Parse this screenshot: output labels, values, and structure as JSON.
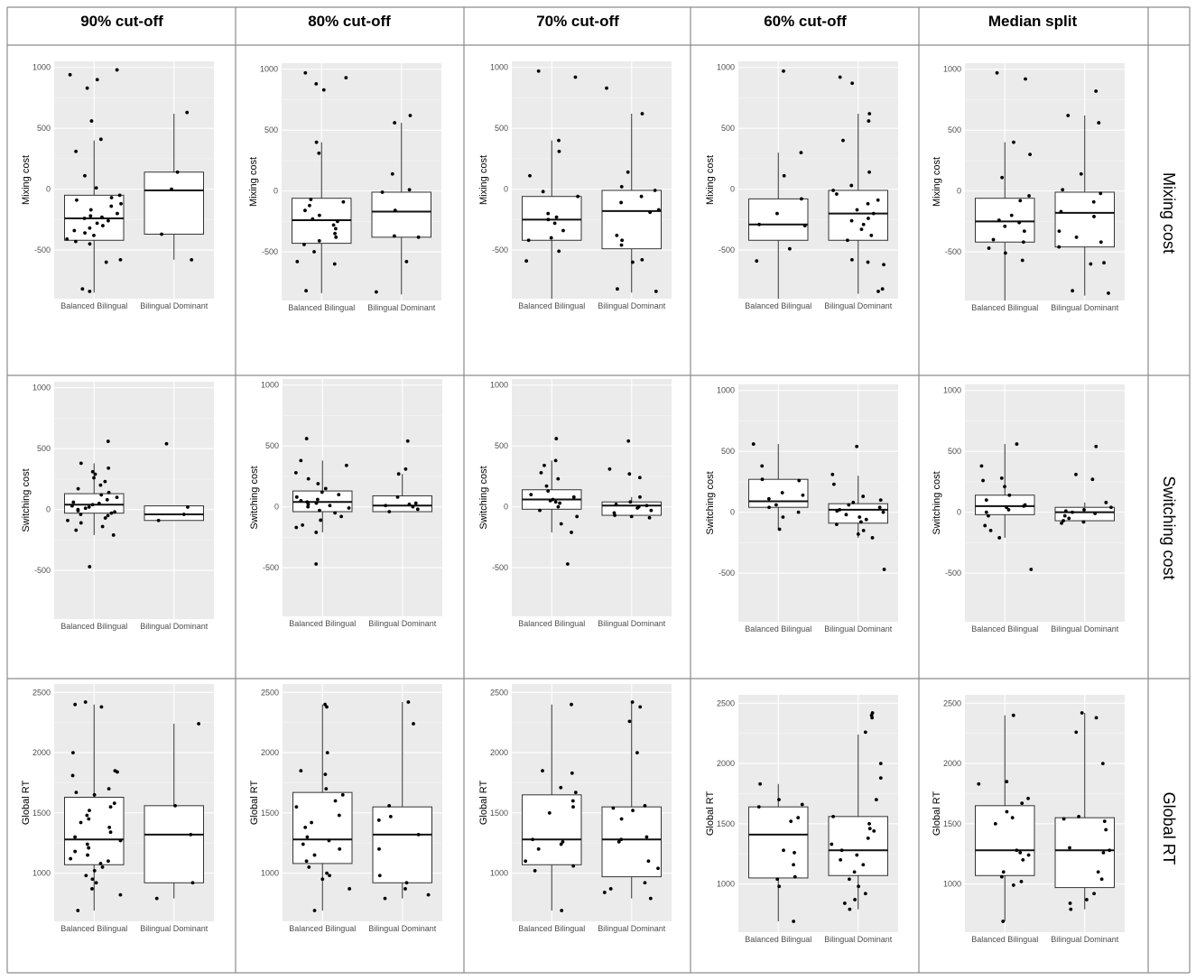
{
  "columns": [
    "90% cut-off",
    "80% cut-off",
    "70% cut-off",
    "60% cut-off",
    "Median split"
  ],
  "rows": [
    "Mixing cost",
    "Switching cost",
    "Global RT"
  ],
  "chart_data": [
    {
      "type": "box",
      "row": 0,
      "col": 0,
      "ylabel": "Mixing cost",
      "categories": [
        "Balanced Bilingual",
        "Bilingual Dominant"
      ],
      "yticks": [
        -500,
        0,
        500,
        1000
      ],
      "ylim": [
        -900,
        1050
      ],
      "boxes": [
        {
          "q1": -420,
          "median": -240,
          "q3": -50,
          "whisker_low": -850,
          "whisker_high": 400
        },
        {
          "q1": -370,
          "median": -10,
          "q3": 140,
          "whisker_low": -580,
          "whisker_high": 620
        }
      ],
      "points": [
        [
          980,
          940,
          900,
          830,
          560,
          410,
          310,
          110,
          10,
          -50,
          -70,
          -90,
          -120,
          -140,
          -170,
          -200,
          -220,
          -230,
          -240,
          -260,
          -280,
          -300,
          -320,
          -340,
          -360,
          -380,
          -410,
          -430,
          -450,
          -580,
          -600,
          -820,
          -840
        ],
        [
          630,
          140,
          0,
          -370,
          -580
        ]
      ]
    },
    {
      "type": "box",
      "row": 0,
      "col": 1,
      "ylabel": "Mixing cost",
      "categories": [
        "Balanced Bilingual",
        "Bilingual Dominant"
      ],
      "yticks": [
        -500,
        0,
        500,
        1000
      ],
      "ylim": [
        -900,
        1050
      ],
      "boxes": [
        {
          "q1": -430,
          "median": -240,
          "q3": -60,
          "whisker_low": -840,
          "whisker_high": 400
        },
        {
          "q1": -380,
          "median": -170,
          "q3": -10,
          "whisker_low": -850,
          "whisker_high": 560
        }
      ],
      "points": [
        [
          970,
          930,
          880,
          830,
          400,
          310,
          -70,
          -90,
          -120,
          -160,
          -200,
          -230,
          -250,
          -280,
          -310,
          -350,
          -380,
          -410,
          -440,
          -500,
          -580,
          -600,
          -820
        ],
        [
          620,
          560,
          140,
          10,
          -10,
          -160,
          -370,
          -380,
          -580,
          -830
        ]
      ]
    },
    {
      "type": "box",
      "row": 0,
      "col": 2,
      "ylabel": "Mixing cost",
      "categories": [
        "Balanced Bilingual",
        "Bilingual Dominant"
      ],
      "yticks": [
        -500,
        0,
        500,
        1000
      ],
      "ylim": [
        -900,
        1050
      ],
      "boxes": [
        {
          "q1": -420,
          "median": -250,
          "q3": -60,
          "whisker_low": -900,
          "whisker_high": 400
        },
        {
          "q1": -490,
          "median": -180,
          "q3": -10,
          "whisker_low": -850,
          "whisker_high": 620
        }
      ],
      "points": [
        [
          970,
          920,
          400,
          310,
          110,
          -20,
          -60,
          -200,
          -230,
          -250,
          -280,
          -340,
          -400,
          -420,
          -510,
          -590
        ],
        [
          830,
          620,
          140,
          20,
          -10,
          -60,
          -110,
          -170,
          -190,
          -380,
          -420,
          -460,
          -580,
          -600,
          -820,
          -840
        ]
      ]
    },
    {
      "type": "box",
      "row": 0,
      "col": 3,
      "ylabel": "Mixing cost",
      "categories": [
        "Balanced Bilingual",
        "Bilingual Dominant"
      ],
      "yticks": [
        -500,
        0,
        500,
        1000
      ],
      "ylim": [
        -900,
        1050
      ],
      "boxes": [
        {
          "q1": -420,
          "median": -290,
          "q3": -80,
          "whisker_low": -900,
          "whisker_high": 300
        },
        {
          "q1": -420,
          "median": -200,
          "q3": -10,
          "whisker_low": -860,
          "whisker_high": 620
        }
      ],
      "points": [
        [
          970,
          300,
          110,
          -80,
          -200,
          -290,
          -300,
          -490,
          -590
        ],
        [
          920,
          870,
          620,
          560,
          400,
          140,
          30,
          -10,
          -40,
          -90,
          -120,
          -170,
          -200,
          -240,
          -260,
          -290,
          -330,
          -380,
          -420,
          -580,
          -600,
          -620,
          -820,
          -840
        ]
      ]
    },
    {
      "type": "box",
      "row": 0,
      "col": 4,
      "ylabel": "Mixing cost",
      "categories": [
        "Balanced Bilingual",
        "Bilingual Dominant"
      ],
      "yticks": [
        -500,
        0,
        500,
        1000
      ],
      "ylim": [
        -900,
        1050
      ],
      "boxes": [
        {
          "q1": -420,
          "median": -250,
          "q3": -60,
          "whisker_low": -900,
          "whisker_high": 400
        },
        {
          "q1": -460,
          "median": -180,
          "q3": -10,
          "whisker_low": -860,
          "whisker_high": 620
        }
      ],
      "points": [
        [
          970,
          920,
          400,
          300,
          110,
          -40,
          -80,
          -200,
          -240,
          -260,
          -290,
          -330,
          -400,
          -420,
          -470,
          -510,
          -570
        ],
        [
          820,
          620,
          560,
          140,
          10,
          -20,
          -90,
          -170,
          -210,
          -330,
          -380,
          -420,
          -460,
          -590,
          -600,
          -820,
          -840
        ]
      ]
    },
    {
      "type": "box",
      "row": 1,
      "col": 0,
      "ylabel": "Switching cost",
      "categories": [
        "Balanced Bilingual",
        "Bilingual Dominant"
      ],
      "yticks": [
        -500,
        0,
        500,
        1000
      ],
      "ylim": [
        -900,
        1050
      ],
      "boxes": [
        {
          "q1": -30,
          "median": 40,
          "q3": 130,
          "whisker_low": -210,
          "whisker_high": 380
        },
        {
          "q1": -90,
          "median": -40,
          "q3": 30,
          "whisker_low": -90,
          "whisker_high": 30
        }
      ],
      "points": [
        [
          560,
          380,
          340,
          310,
          290,
          260,
          230,
          200,
          170,
          140,
          120,
          100,
          80,
          60,
          50,
          40,
          30,
          20,
          10,
          0,
          -10,
          -20,
          -30,
          -40,
          -50,
          -70,
          -90,
          -110,
          -140,
          -170,
          -210,
          -470
        ],
        [
          540,
          20,
          -40,
          -90
        ]
      ]
    },
    {
      "type": "box",
      "row": 1,
      "col": 1,
      "ylabel": "Switching cost",
      "categories": [
        "Balanced Bilingual",
        "Bilingual Dominant"
      ],
      "yticks": [
        -500,
        0,
        500,
        1000
      ],
      "ylim": [
        -900,
        1050
      ],
      "boxes": [
        {
          "q1": -40,
          "median": 40,
          "q3": 130,
          "whisker_low": -210,
          "whisker_high": 380
        },
        {
          "q1": -40,
          "median": 10,
          "q3": 90,
          "whisker_low": -40,
          "whisker_high": 270
        }
      ],
      "points": [
        [
          560,
          380,
          340,
          280,
          230,
          190,
          150,
          120,
          100,
          80,
          60,
          50,
          40,
          30,
          20,
          10,
          0,
          -10,
          -30,
          -50,
          -80,
          -110,
          -150,
          -170,
          -210,
          -470
        ],
        [
          540,
          310,
          270,
          80,
          30,
          20,
          10,
          0,
          -20,
          -40
        ]
      ]
    },
    {
      "type": "box",
      "row": 1,
      "col": 2,
      "ylabel": "Switching cost",
      "categories": [
        "Balanced Bilingual",
        "Bilingual Dominant"
      ],
      "yticks": [
        -500,
        0,
        500,
        1000
      ],
      "ylim": [
        -900,
        1050
      ],
      "boxes": [
        {
          "q1": -20,
          "median": 60,
          "q3": 140,
          "whisker_low": -210,
          "whisker_high": 380
        },
        {
          "q1": -70,
          "median": 10,
          "q3": 40,
          "whisker_low": -90,
          "whisker_high": 80
        }
      ],
      "points": [
        [
          560,
          380,
          340,
          280,
          230,
          170,
          130,
          100,
          80,
          60,
          50,
          40,
          30,
          0,
          -30,
          -80,
          -140,
          -210,
          -470
        ],
        [
          540,
          310,
          270,
          240,
          80,
          40,
          20,
          10,
          0,
          -10,
          -30,
          -50,
          -70,
          -80,
          -90
        ]
      ]
    },
    {
      "type": "box",
      "row": 1,
      "col": 3,
      "ylabel": "Switching cost",
      "categories": [
        "Balanced Bilingual",
        "Bilingual Dominant"
      ],
      "yticks": [
        -500,
        0,
        500,
        1000
      ],
      "ylim": [
        -900,
        1050
      ],
      "boxes": [
        {
          "q1": 40,
          "median": 90,
          "q3": 270,
          "whisker_low": -140,
          "whisker_high": 560
        },
        {
          "q1": -90,
          "median": 20,
          "q3": 70,
          "whisker_low": -210,
          "whisker_high": 300
        }
      ],
      "points": [
        [
          560,
          380,
          270,
          260,
          160,
          140,
          110,
          60,
          40,
          0,
          -40,
          -140
        ],
        [
          540,
          310,
          230,
          130,
          100,
          80,
          60,
          40,
          20,
          10,
          0,
          -20,
          -40,
          -60,
          -80,
          -100,
          -150,
          -180,
          -210,
          -470
        ]
      ]
    },
    {
      "type": "box",
      "row": 1,
      "col": 4,
      "ylabel": "Switching cost",
      "categories": [
        "Balanced Bilingual",
        "Bilingual Dominant"
      ],
      "yticks": [
        -500,
        0,
        500,
        1000
      ],
      "ylim": [
        -900,
        1050
      ],
      "boxes": [
        {
          "q1": -20,
          "median": 50,
          "q3": 140,
          "whisker_low": -210,
          "whisker_high": 560
        },
        {
          "q1": -70,
          "median": 0,
          "q3": 40,
          "whisker_low": -90,
          "whisker_high": 80
        }
      ],
      "points": [
        [
          560,
          380,
          280,
          260,
          210,
          140,
          100,
          60,
          50,
          40,
          20,
          0,
          -30,
          -110,
          -150,
          -210,
          -470
        ],
        [
          540,
          310,
          270,
          80,
          40,
          20,
          10,
          0,
          -10,
          -30,
          -50,
          -70,
          -80,
          -90
        ]
      ]
    },
    {
      "type": "box",
      "row": 2,
      "col": 0,
      "ylabel": "Global RT",
      "categories": [
        "Balanced Bilingual",
        "Bilingual Dominant"
      ],
      "yticks": [
        1000,
        1500,
        2000,
        2500
      ],
      "ylim": [
        600,
        2570
      ],
      "boxes": [
        {
          "q1": 1070,
          "median": 1280,
          "q3": 1630,
          "whisker_low": 690,
          "whisker_high": 2400
        },
        {
          "q1": 920,
          "median": 1320,
          "q3": 1560,
          "whisker_low": 790,
          "whisker_high": 2240
        }
      ],
      "points": [
        [
          2420,
          2400,
          2380,
          2000,
          1850,
          1840,
          1810,
          1700,
          1670,
          1650,
          1580,
          1550,
          1520,
          1480,
          1450,
          1420,
          1380,
          1340,
          1300,
          1270,
          1240,
          1210,
          1180,
          1150,
          1120,
          1100,
          1080,
          1050,
          1020,
          980,
          950,
          920,
          870,
          820,
          690
        ],
        [
          2240,
          1560,
          1320,
          920,
          790
        ]
      ]
    },
    {
      "type": "box",
      "row": 2,
      "col": 1,
      "ylabel": "Global RT",
      "categories": [
        "Balanced Bilingual",
        "Bilingual Dominant"
      ],
      "yticks": [
        1000,
        1500,
        2000,
        2500
      ],
      "ylim": [
        600,
        2570
      ],
      "boxes": [
        {
          "q1": 1080,
          "median": 1280,
          "q3": 1670,
          "whisker_low": 690,
          "whisker_high": 2400
        },
        {
          "q1": 920,
          "median": 1320,
          "q3": 1550,
          "whisker_low": 790,
          "whisker_high": 2420
        }
      ],
      "points": [
        [
          2400,
          2380,
          2000,
          1850,
          1820,
          1700,
          1650,
          1600,
          1550,
          1480,
          1420,
          1380,
          1300,
          1270,
          1240,
          1200,
          1150,
          1100,
          1050,
          1000,
          980,
          950,
          870,
          690
        ],
        [
          2420,
          2240,
          1560,
          1470,
          1440,
          1320,
          1200,
          980,
          920,
          870,
          820,
          790
        ]
      ]
    },
    {
      "type": "box",
      "row": 2,
      "col": 2,
      "ylabel": "Global RT",
      "categories": [
        "Balanced Bilingual",
        "Bilingual Dominant"
      ],
      "yticks": [
        1000,
        1500,
        2000,
        2500
      ],
      "ylim": [
        600,
        2570
      ],
      "boxes": [
        {
          "q1": 1070,
          "median": 1280,
          "q3": 1650,
          "whisker_low": 690,
          "whisker_high": 2400
        },
        {
          "q1": 970,
          "median": 1280,
          "q3": 1550,
          "whisker_low": 790,
          "whisker_high": 2420
        }
      ],
      "points": [
        [
          2400,
          1850,
          1830,
          1710,
          1670,
          1600,
          1550,
          1500,
          1280,
          1260,
          1240,
          1200,
          1100,
          1060,
          1020,
          690
        ],
        [
          2420,
          2380,
          2260,
          2000,
          1560,
          1540,
          1520,
          1450,
          1300,
          1280,
          1260,
          1100,
          1040,
          920,
          870,
          840,
          790
        ]
      ]
    },
    {
      "type": "box",
      "row": 2,
      "col": 3,
      "ylabel": "Global RT",
      "categories": [
        "Balanced Bilingual",
        "Bilingual Dominant"
      ],
      "yticks": [
        1000,
        1500,
        2000,
        2500
      ],
      "ylim": [
        600,
        2570
      ],
      "boxes": [
        {
          "q1": 1050,
          "median": 1410,
          "q3": 1640,
          "whisker_low": 690,
          "whisker_high": 1830
        },
        {
          "q1": 1070,
          "median": 1280,
          "q3": 1560,
          "whisker_low": 790,
          "whisker_high": 2240
        }
      ],
      "points": [
        [
          1830,
          1700,
          1660,
          1640,
          1550,
          1520,
          1280,
          1260,
          1160,
          1060,
          1040,
          980,
          690
        ],
        [
          2420,
          2400,
          2380,
          2260,
          2000,
          1880,
          1700,
          1560,
          1500,
          1460,
          1440,
          1380,
          1330,
          1280,
          1240,
          1200,
          1160,
          1100,
          1040,
          980,
          920,
          870,
          840,
          790
        ]
      ]
    },
    {
      "type": "box",
      "row": 2,
      "col": 4,
      "ylabel": "Global RT",
      "categories": [
        "Balanced Bilingual",
        "Bilingual Dominant"
      ],
      "yticks": [
        1000,
        1500,
        2000,
        2500
      ],
      "ylim": [
        600,
        2570
      ],
      "boxes": [
        {
          "q1": 1070,
          "median": 1280,
          "q3": 1650,
          "whisker_low": 690,
          "whisker_high": 2400
        },
        {
          "q1": 970,
          "median": 1280,
          "q3": 1550,
          "whisker_low": 790,
          "whisker_high": 2420
        }
      ],
      "points": [
        [
          2400,
          1850,
          1830,
          1710,
          1670,
          1600,
          1550,
          1500,
          1280,
          1260,
          1240,
          1200,
          1100,
          1060,
          1020,
          990,
          690
        ],
        [
          2420,
          2380,
          2260,
          2000,
          1560,
          1540,
          1520,
          1450,
          1300,
          1280,
          1260,
          1100,
          1040,
          920,
          870,
          840,
          790
        ]
      ]
    }
  ]
}
